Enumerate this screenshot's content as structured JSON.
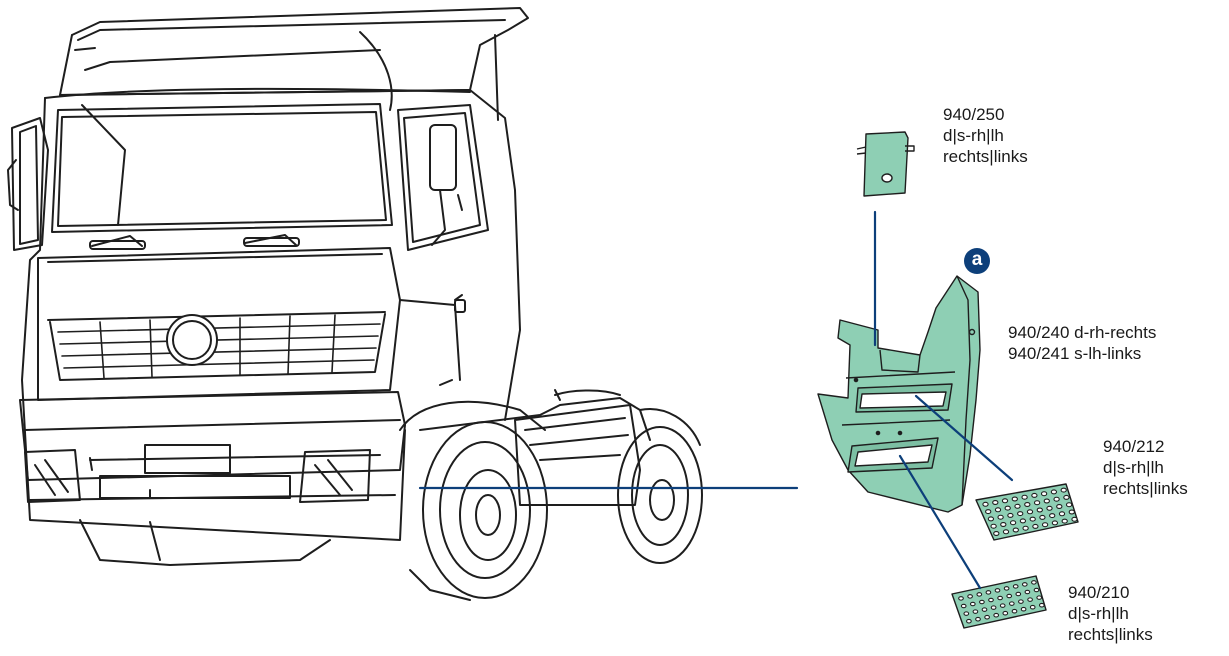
{
  "colors": {
    "part_fill": "#8ecfb4",
    "callout_line": "#0d3f7a",
    "marker_bg": "#0d3f7a",
    "outline": "#1e1e1e"
  },
  "marker": {
    "letter": "a"
  },
  "parts": [
    {
      "id": "cover",
      "lines": [
        "940/250",
        "d|s-rh|lh",
        "rechts|links"
      ]
    },
    {
      "id": "step_housing",
      "lines": [
        "940/240 d-rh-rechts",
        "940/241 s-lh-links"
      ]
    },
    {
      "id": "upper_tread",
      "lines": [
        "940/212",
        "d|s-rh|lh",
        "rechts|links"
      ]
    },
    {
      "id": "lower_tread",
      "lines": [
        "940/210",
        "d|s-rh|lh",
        "rechts|links"
      ]
    }
  ]
}
